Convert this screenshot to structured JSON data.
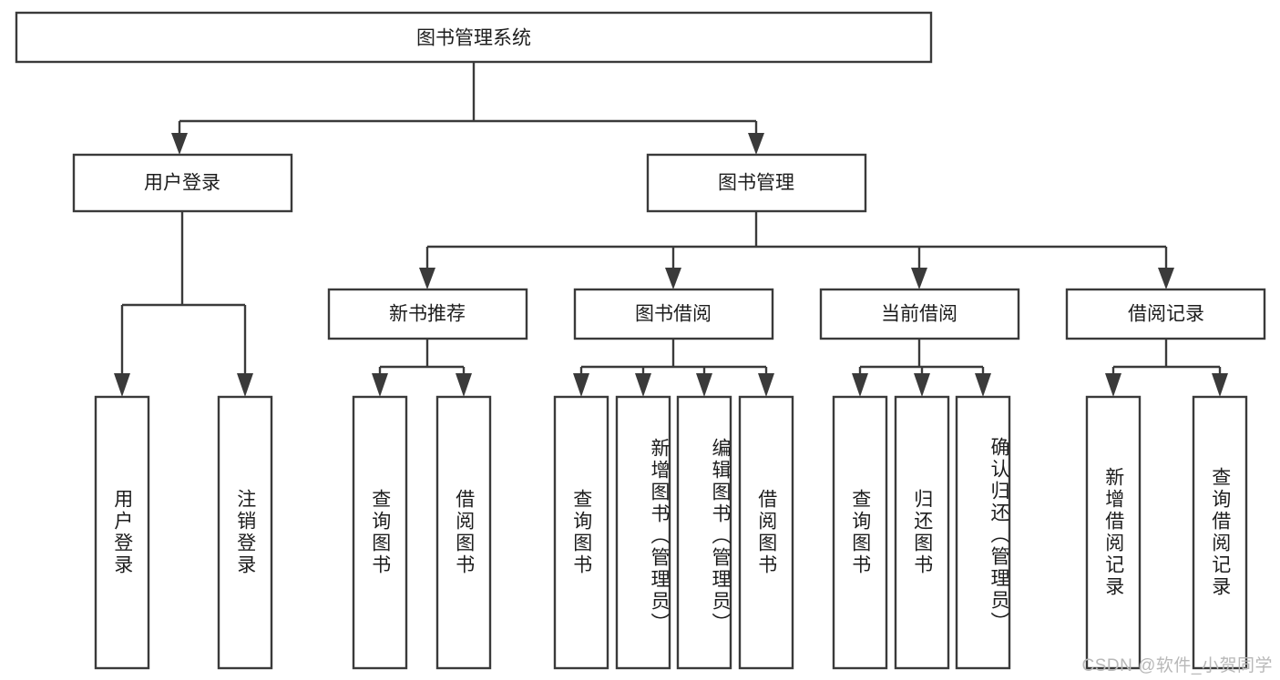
{
  "diagram": {
    "type": "tree-hierarchy",
    "title": "图书管理系统",
    "watermark": "CSDN @软件_小贺同学",
    "colors": {
      "stroke": "#3a3a3a",
      "fill": "#ffffff",
      "text": "#1d1d1d",
      "watermark": "#b8b8b8"
    },
    "root": {
      "label": "图书管理系统"
    },
    "level1": [
      {
        "label": "用户登录"
      },
      {
        "label": "图书管理"
      }
    ],
    "level2": [
      {
        "label": "新书推荐"
      },
      {
        "label": "图书借阅"
      },
      {
        "label": "当前借阅"
      },
      {
        "label": "借阅记录"
      }
    ],
    "leaves": {
      "user_login": [
        {
          "label": "用户登录"
        },
        {
          "label": "注销登录"
        }
      ],
      "new_book_recommend": [
        {
          "label": "查询图书"
        },
        {
          "label": "借阅图书"
        }
      ],
      "book_borrow": [
        {
          "label": "查询图书"
        },
        {
          "label": "新增图书（管理员）"
        },
        {
          "label": "编辑图书（管理员）"
        },
        {
          "label": "借阅图书"
        }
      ],
      "current_borrow": [
        {
          "label": "查询图书"
        },
        {
          "label": "归还图书"
        },
        {
          "label": "确认归还（管理员）"
        }
      ],
      "borrow_record": [
        {
          "label": "新增借阅记录"
        },
        {
          "label": "查询借阅记录"
        }
      ]
    }
  }
}
